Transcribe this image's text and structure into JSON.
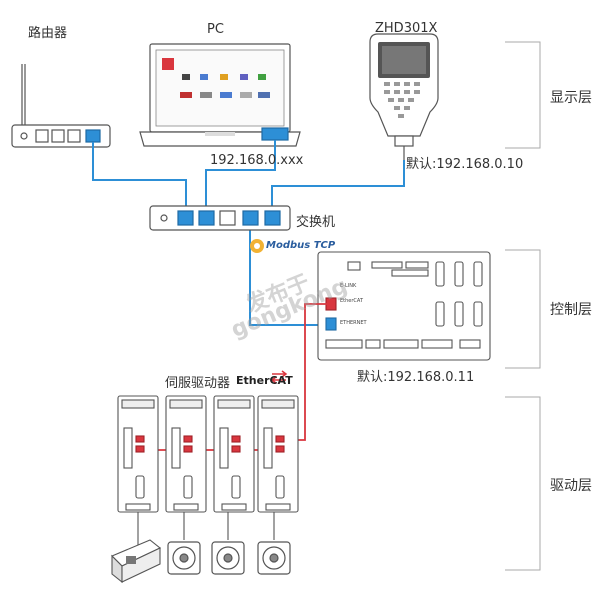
{
  "labels": {
    "router": "路由器",
    "pc": "PC",
    "pendant": "ZHD301X",
    "pc_ip": "192.168.0.xxx",
    "pendant_ip": "默认:192.168.0.10",
    "switch": "交换机",
    "modbus": "Modbus TCP",
    "controller_ip": "默认:192.168.0.11",
    "servo": "伺服驱动器",
    "ethercat": "EtherCAT",
    "port_ethercat": "EtherCAT",
    "port_ethernet": "ETHERNET",
    "port_e_link": "E-LINK"
  },
  "layers": {
    "display": "显示层",
    "control": "控制层",
    "drive": "驱动层"
  },
  "watermark": {
    "line1": "发布于",
    "line2": "gongkong"
  },
  "colors": {
    "ethernet_cable": "#2d8fd6",
    "ethercat_cable": "#d9363e",
    "device_stroke": "#555555",
    "bracket": "#999999"
  }
}
